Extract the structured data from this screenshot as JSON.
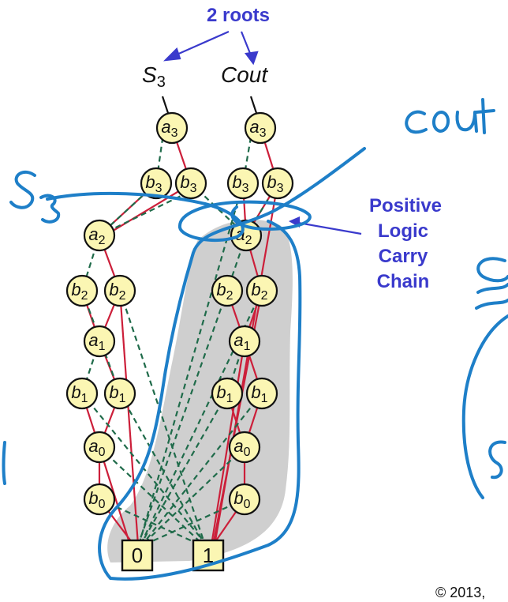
{
  "diagram": {
    "roots_label": "2 roots",
    "roots": [
      {
        "name": "S",
        "sub": "3"
      },
      {
        "name": "Cout",
        "sub": ""
      }
    ],
    "left_chain": [
      {
        "var": "a",
        "sub": "3"
      },
      {
        "var": "b",
        "sub": "3"
      },
      {
        "var": "a",
        "sub": "2"
      },
      {
        "var": "b",
        "sub": "2"
      },
      {
        "var": "a",
        "sub": "1"
      },
      {
        "var": "b",
        "sub": "1"
      },
      {
        "var": "a",
        "sub": "0"
      },
      {
        "var": "b",
        "sub": "0"
      }
    ],
    "terminals": [
      "0",
      "1"
    ],
    "annotation": [
      "Positive",
      "Logic",
      "Carry",
      "Chain"
    ],
    "handwriting": {
      "cout": "cout",
      "s3": "S3"
    },
    "copyright": "© 2013,"
  },
  "colors": {
    "node_fill": "#fbf6b3",
    "terminal_fill": "#fbf6b3",
    "solid_edge": "#cc1f3a",
    "dashed_edge": "#1f6b4a",
    "annotation": "#3a3acc",
    "ink": "#1e7fc8",
    "shade": "#cfcfcf"
  }
}
